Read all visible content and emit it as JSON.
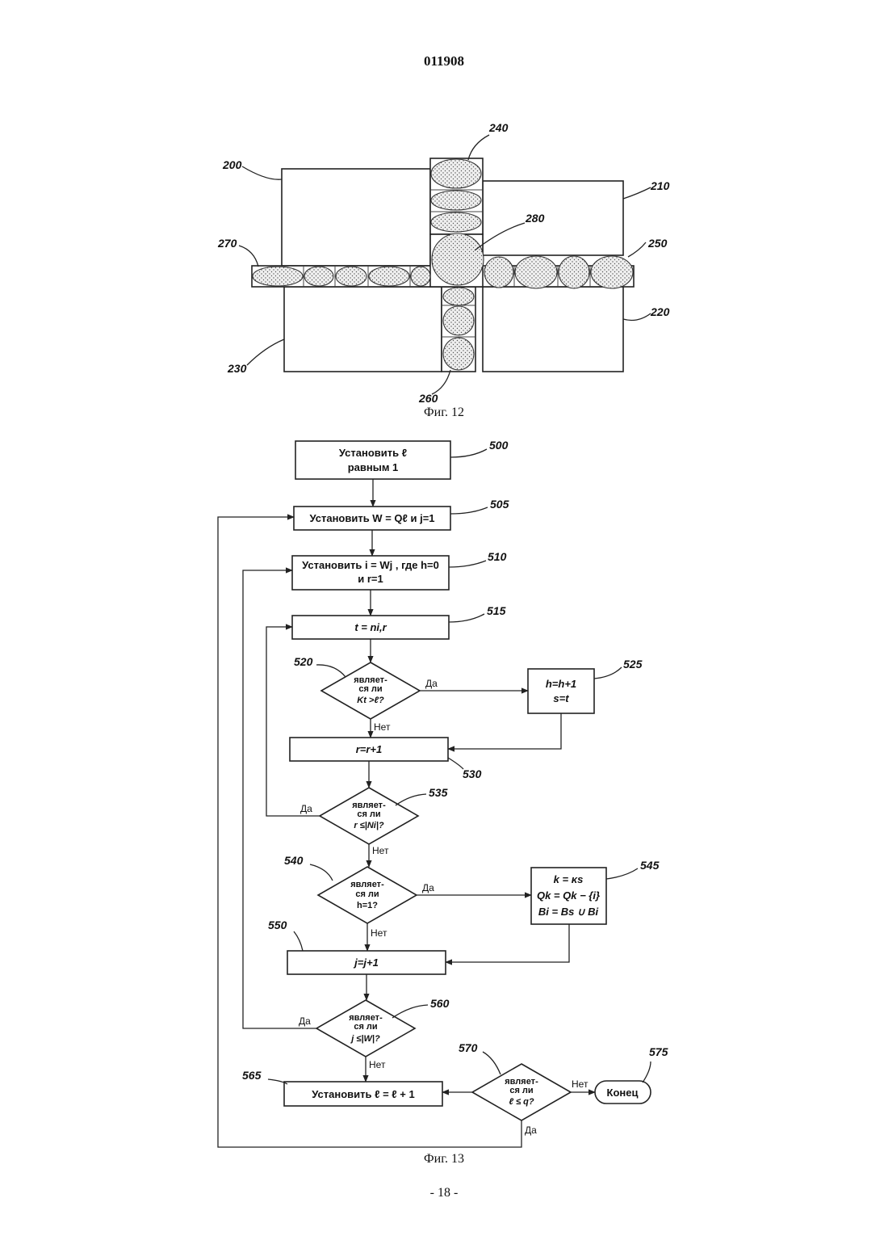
{
  "header": {
    "document_number": "011908"
  },
  "figure12": {
    "caption": "Фиг. 12",
    "labels": {
      "a": "200",
      "b": "210",
      "c": "220",
      "d": "230",
      "e": "240",
      "f": "250",
      "g": "260",
      "h": "270",
      "i": "280"
    }
  },
  "figure13": {
    "caption": "Фиг. 13",
    "refs": {
      "r500": "500",
      "r505": "505",
      "r510": "510",
      "r515": "515",
      "r520": "520",
      "r525": "525",
      "r530": "530",
      "r535": "535",
      "r540": "540",
      "r545": "545",
      "r550": "550",
      "r560": "560",
      "r565": "565",
      "r570": "570",
      "r575": "575"
    },
    "boxes": {
      "b500_line1": "Установить ℓ",
      "b500_line2": "равным 1",
      "b505": "Установить W = Qℓ  и  j=1",
      "b510_line1": "Установить i = Wj , где h=0",
      "b510_line2": "и r=1",
      "b515": "t = ni,r",
      "b525_line1": "h=h+1",
      "b525_line2": "s=t",
      "b530": "r=r+1",
      "b545_line1": "k = κs",
      "b545_line2": "Qk = Qk − {i}",
      "b545_line3": "Bi = Bs ∪ Bi",
      "b550": "j=j+1",
      "b565": "Установить ℓ = ℓ + 1",
      "b575": "Конец"
    },
    "decisions": {
      "d520_l1": "являет-",
      "d520_l2": "ся ли",
      "d520_l3": "Kt >ℓ?",
      "d535_l1": "являет-",
      "d535_l2": "ся ли",
      "d535_l3": "r ≤|Ni|?",
      "d540_l1": "являет-",
      "d540_l2": "ся ли",
      "d540_l3": "h=1?",
      "d560_l1": "являет-",
      "d560_l2": "ся ли",
      "d560_l3": "j ≤|W|?",
      "d570_l1": "являет-",
      "d570_l2": "ся ли",
      "d570_l3": "ℓ ≤ q?"
    },
    "branch": {
      "yes": "Да",
      "no": "Нет"
    }
  },
  "footer": {
    "page": "- 18 -"
  }
}
